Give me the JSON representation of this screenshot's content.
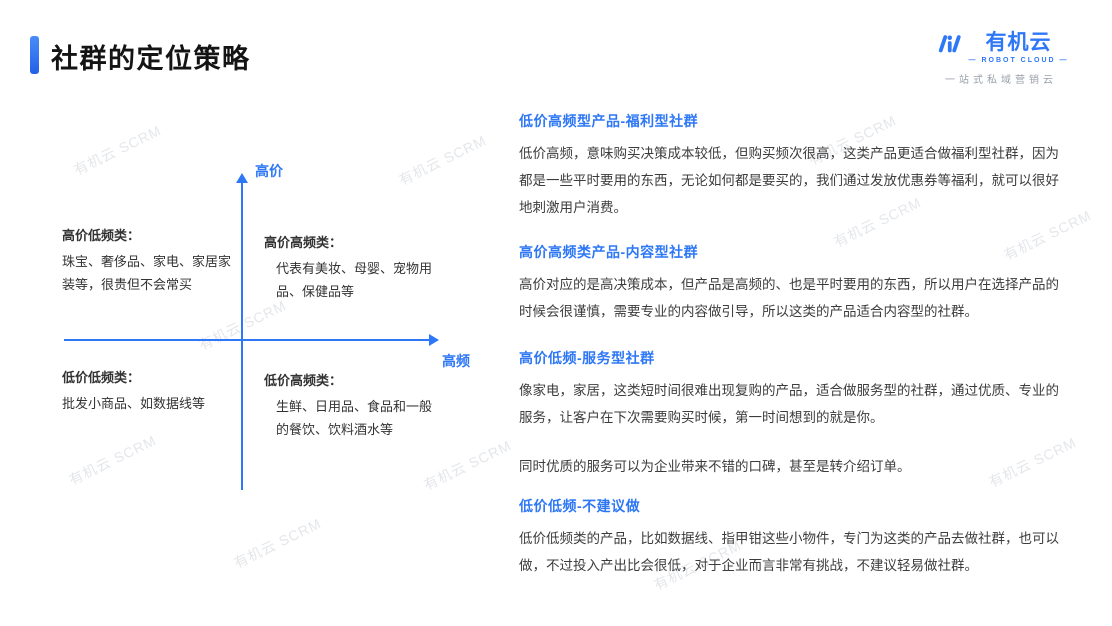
{
  "page": {
    "title": "社群的定位策略"
  },
  "logo": {
    "brand": "有机云",
    "sub": "— ROBOT CLOUD —",
    "tagline": "一站式私域营销云"
  },
  "watermark": "有机云 SCRM",
  "quadrant": {
    "y_axis_label": "高价",
    "x_axis_label": "高频",
    "quadrants": [
      {
        "title": "高价低频类：",
        "body": "珠宝、奢侈品、家电、家居家装等，很贵但不会常买"
      },
      {
        "title": "高价高频类：",
        "body": "代表有美妆、母婴、宠物用品、保健品等"
      },
      {
        "title": "低价低频类：",
        "body": "批发小商品、如数据线等"
      },
      {
        "title": "低价高频类：",
        "body": "生鲜、日用品、食品和一般的餐饮、饮料酒水等"
      }
    ]
  },
  "sections": [
    {
      "heading": "低价高频型产品-福利型社群",
      "paragraphs": [
        "低价高频，意味购买决策成本较低，但购买频次很高，这类产品更适合做福利型社群，因为都是一些平时要用的东西，无论如何都是要买的，我们通过发放优惠券等福利，就可以很好地刺激用户消费。"
      ]
    },
    {
      "heading": "高价高频类产品-内容型社群",
      "paragraphs": [
        "高价对应的是高决策成本，但产品是高频的、也是平时要用的东西，所以用户在选择产品的时候会很谨慎，需要专业的内容做引导，所以这类的产品适合内容型的社群。"
      ]
    },
    {
      "heading": "高价低频-服务型社群",
      "paragraphs": [
        "像家电，家居，这类短时间很难出现复购的产品，适合做服务型的社群，通过优质、专业的服务，让客户在下次需要购买时候，第一时间想到的就是你。",
        "同时优质的服务可以为企业带来不错的口碑，甚至是转介绍订单。"
      ]
    },
    {
      "heading": "低价低频-不建议做",
      "paragraphs": [
        "低价低频类的产品，比如数据线、指甲钳这些小物件，专门为这类的产品去做社群，也可以做，不过投入产出比会很低，对于企业而言非常有挑战，不建议轻易做社群。"
      ]
    }
  ]
}
